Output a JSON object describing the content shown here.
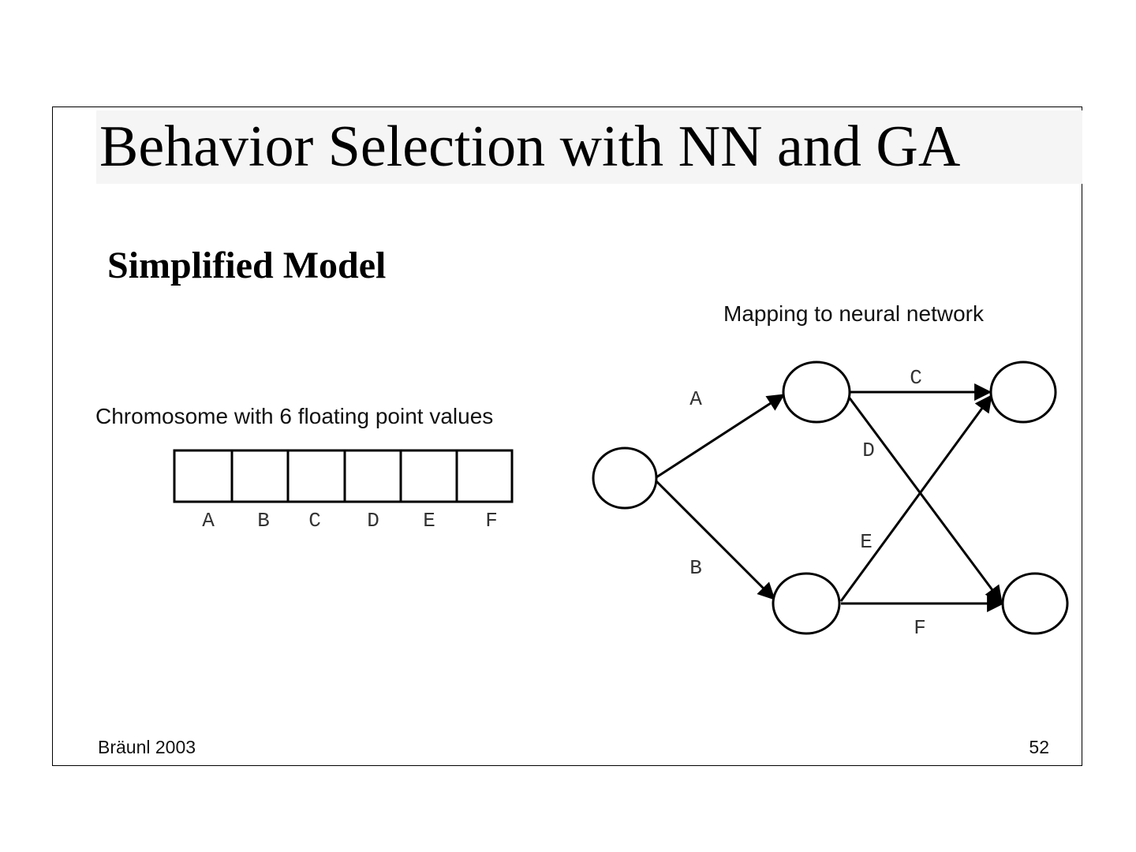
{
  "title": "Behavior Selection with NN and GA",
  "subtitle": "Simplified Model",
  "chromosome": {
    "caption": "Chromosome with 6 floating point values",
    "genes": [
      "A",
      "B",
      "C",
      "D",
      "E",
      "F"
    ]
  },
  "network": {
    "caption": "Mapping to neural network",
    "edge_labels": {
      "A": "A",
      "B": "B",
      "C": "C",
      "D": "D",
      "E": "E",
      "F": "F"
    }
  },
  "footer": {
    "author": "Bräunl 2003",
    "page_number": "52"
  }
}
